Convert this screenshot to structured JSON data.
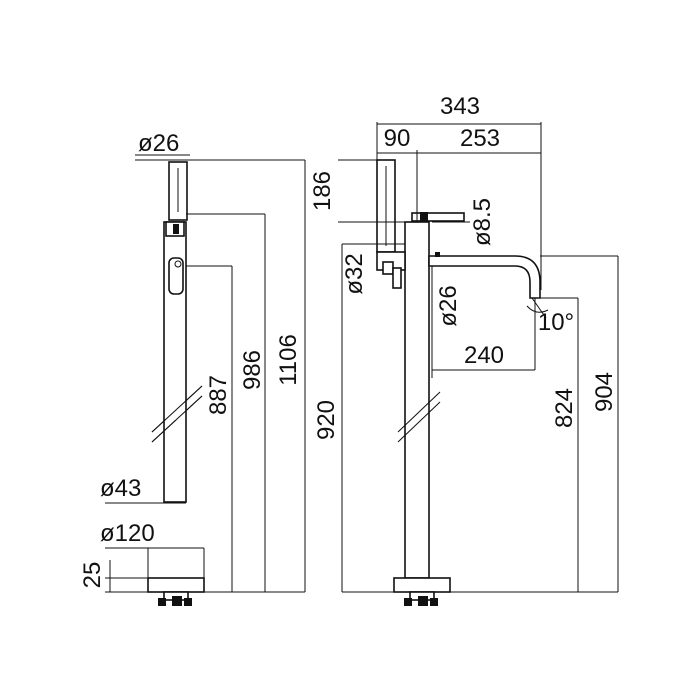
{
  "front_view": {
    "dim_handshower_dia": "ø26",
    "dim_total_height": "1106",
    "dim_lever_height": "986",
    "dim_body_height": "887",
    "dim_column_dia": "ø43",
    "dim_base_dia": "ø120",
    "dim_base_height": "25"
  },
  "side_view": {
    "dim_total_width": "343",
    "dim_handshower_offset": "90",
    "dim_spout_reach": "253",
    "dim_top_height": "186",
    "dim_inlet_dia": "ø8.5",
    "dim_hose_dia": "ø32",
    "dim_spout_dia": "ø26",
    "dim_spout_angle": "10°",
    "dim_spout_length": "240",
    "dim_column_height": "920",
    "dim_spout_outlet_height": "824",
    "dim_spout_top_height": "904"
  }
}
